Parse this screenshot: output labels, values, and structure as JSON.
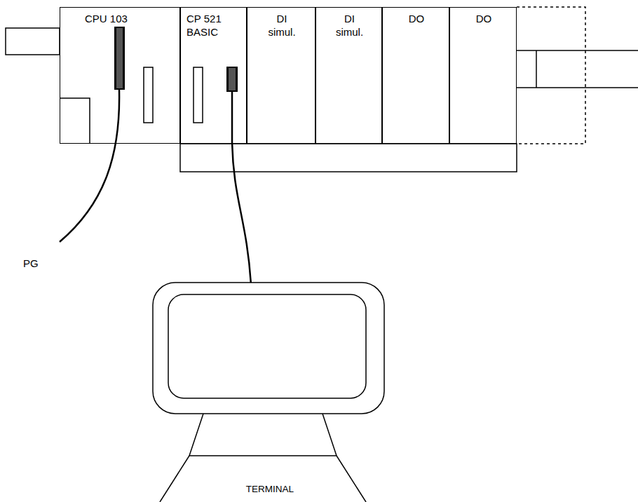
{
  "diagram": {
    "nodes": [
      {
        "text": [
          "CPU 103"
        ]
      },
      {
        "text": [
          "CP 521 BASIC"
        ]
      },
      {
        "text": [
          "DI simul."
        ]
      },
      {
        "text": [
          "DI simul."
        ]
      },
      {
        "text": [
          "DO"
        ]
      },
      {
        "text": [
          "DO"
        ]
      },
      {
        "text": [
          "TERMINAL"
        ]
      }
    ],
    "edges": [
      {
        "from": 1,
        "to": 6,
        "arrow": "none"
      }
    ],
    "labels": [
      "PG"
    ]
  }
}
